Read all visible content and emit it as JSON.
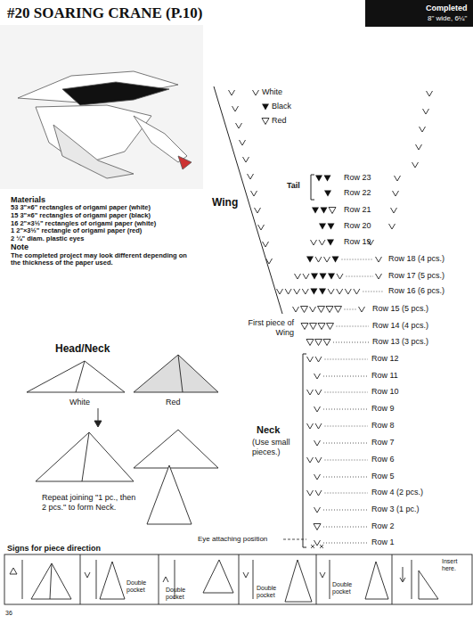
{
  "diagram": {
    "title": "#20 SOARING CRANE (P.10)",
    "nodes": [
      {
        "text": [
          "Materials",
          "53 3\"×6\" rectangles of origami paper (white)",
          "15 3\"×6\" rectangles of origami paper (black)",
          "16 2\"×3½\" rectangles of origami paper (white)",
          "1 2\"×3½\" rectangle of origami paper (red)",
          "2 ¼\" diam. plastic eyes",
          "Note",
          "The completed project may look different depending on the thickness of the paper used."
        ]
      },
      {
        "text": [
          "Double pocket"
        ]
      },
      {
        "text": [
          "Double pocket"
        ]
      },
      {
        "text": [
          "Double pocket"
        ]
      },
      {
        "text": [
          "Double pocket"
        ]
      },
      {
        "text": [
          "Insert here."
        ]
      }
    ],
    "labels": [
      "Completed",
      "8\" wide, 6¼\"",
      "Tail",
      "Row 23",
      "Row 22",
      "Row 21",
      "Row 20",
      "Row 19",
      "Row 18 (4 pcs.)",
      "Row 17 (5 pcs.)",
      "Row 16 (6 pcs.)",
      "Row 15 (5 pcs.)",
      "Row 14 (4 pcs.)",
      "Row 13 (3 pcs.)",
      "Row 12",
      "Row 11",
      "Row 10",
      "Row 9",
      "Row 8",
      "Row 7",
      "Row 6",
      "Row 5",
      "Row 4 (2 pcs.)",
      "Row 3 (1 pc.)",
      "Row 2",
      "Row 1",
      "Wing",
      "First piece of Wing",
      "Neck",
      "(Use small pieces.)",
      "Eye attaching position",
      "Head/Neck",
      "White",
      "Red",
      "Repeat joining \"1 pc., then 2 pcs.\" to form Neck.",
      "Signs for piece direction",
      "36"
    ],
    "legend": [
      {
        "text": "White"
      },
      {
        "text": "Black"
      },
      {
        "text": "Red"
      }
    ]
  }
}
